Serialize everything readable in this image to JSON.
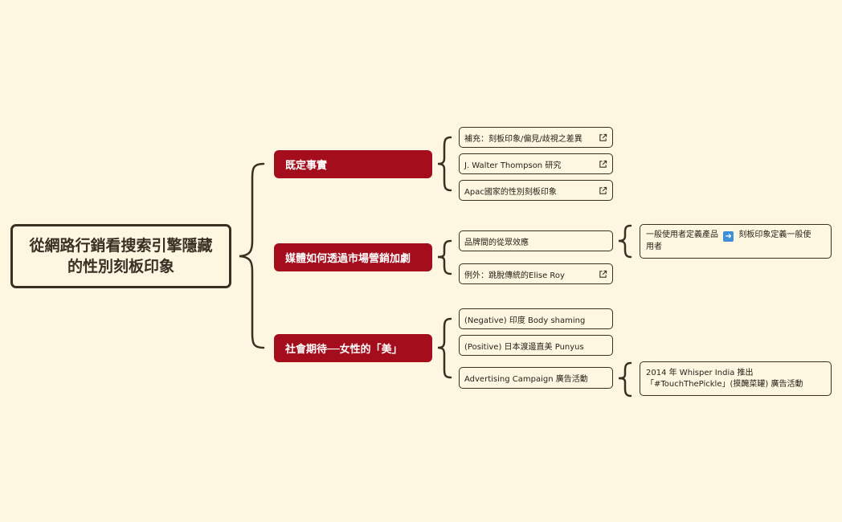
{
  "root": {
    "title": "從網路行銷看搜索引擎隱藏\n的性別刻板印象"
  },
  "branches": [
    {
      "label": "既定事實",
      "children": [
        {
          "label": "補充：刻板印象/偏見/歧視之差異",
          "link": true
        },
        {
          "label": "J. Walter Thompson 研究",
          "link": true
        },
        {
          "label": "Apac國家的性別刻板印象",
          "link": true
        }
      ]
    },
    {
      "label": "媒體如何透過市場營銷加劇",
      "children": [
        {
          "label": "品牌間的從眾效應",
          "link": false,
          "detail": {
            "before": "一般使用者定義產品 ",
            "icon": "right-arrow-icon",
            "after": " 刻板印象定義一般使\n用者"
          }
        },
        {
          "label": "例外：跳脫傳統的Elise Roy",
          "link": true
        }
      ]
    },
    {
      "label": "社會期待──女性的「美」",
      "children": [
        {
          "label": "(Negative) 印度 Body shaming",
          "link": false
        },
        {
          "label": "(Positive) 日本渡邊直美 Punyus",
          "link": false
        },
        {
          "label": "Advertising Campaign 廣告活動",
          "link": false,
          "detail": {
            "text": "2014 年 Whisper India 推出\n「#TouchThePickle」(摸醃菜罐) 廣告活動"
          }
        }
      ]
    }
  ],
  "colors": {
    "background": "#fdf6e1",
    "branch": "#a40d1b",
    "line": "#3b2f24",
    "arrow_icon": "#3f8fd8"
  }
}
